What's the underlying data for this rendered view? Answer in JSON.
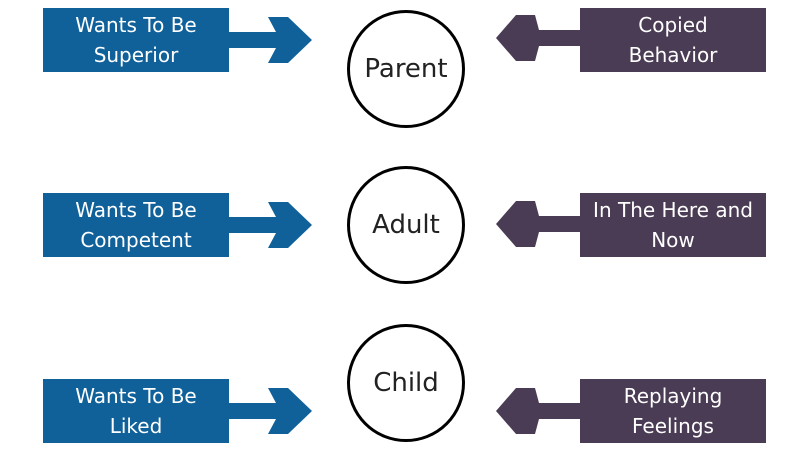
{
  "colors": {
    "blue": "#10619a",
    "purple": "#4a3c54",
    "circle_border": "#000000"
  },
  "rows": [
    {
      "state": "Parent",
      "left_text": "Wants To Be\nSuperior",
      "right_text": "Copied\nBehavior"
    },
    {
      "state": "Adult",
      "left_text": "Wants To Be\nCompetent",
      "right_text": "In The Here and\nNow"
    },
    {
      "state": "Child",
      "left_text": "Wants To Be\nLiked",
      "right_text": "Replaying\nFeelings"
    }
  ]
}
